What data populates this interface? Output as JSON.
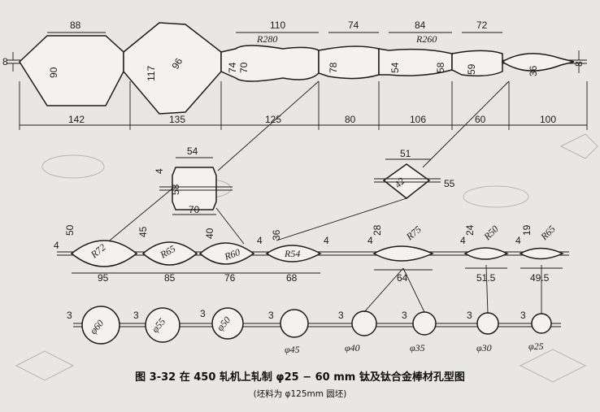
{
  "figure": {
    "caption": "图 3-32   在 450 轧机上轧制 φ25 − 60 mm 钛及钛合金棒材孔型图",
    "subcaption": "(坯料为 φ125mm 圆坯)"
  },
  "top_row": {
    "gap_label": "8",
    "box_widths": [
      "88",
      "110",
      "74",
      "84",
      "72"
    ],
    "pass_heights": [
      "90",
      "117",
      "96",
      "74",
      "70",
      "78",
      "54",
      "58",
      "59",
      "36",
      "8"
    ],
    "radii": [
      "R280",
      "R260"
    ],
    "spacings": [
      "142",
      "135",
      "125",
      "80",
      "106",
      "60",
      "100"
    ]
  },
  "middle": {
    "box_pass": {
      "width": "54",
      "height": "58",
      "gap": "4",
      "bottom": "70"
    },
    "diamond_pass": {
      "width": "51",
      "height": "55",
      "inner": "42"
    }
  },
  "oval_passes": [
    {
      "height": "50",
      "radius": "R72",
      "gap": "4",
      "width": "95"
    },
    {
      "height": "45",
      "radius": "R65",
      "width": "85"
    },
    {
      "height": "40",
      "radius": "R60",
      "gap": "4",
      "width": "76"
    },
    {
      "height": "36",
      "radius": "R54",
      "gap": "4",
      "width": "68"
    },
    {
      "height": "28",
      "radius": "R75",
      "gap": "4",
      "width": "64"
    },
    {
      "height": "24",
      "radius": "R50",
      "gap": "4",
      "width": "51.5"
    },
    {
      "height": "19",
      "radius": "R65",
      "gap": "4",
      "width": "49.5"
    }
  ],
  "round_passes": [
    {
      "diameter": "φ60",
      "gap": "3"
    },
    {
      "diameter": "φ55",
      "gap": "3"
    },
    {
      "diameter": "φ50",
      "gap": "3"
    },
    {
      "diameter": "φ45",
      "gap": "3"
    },
    {
      "diameter": "φ40",
      "gap": "3"
    },
    {
      "diameter": "φ35",
      "gap": "3"
    },
    {
      "diameter": "φ30",
      "gap": "3"
    },
    {
      "diameter": "φ25",
      "gap": "3"
    }
  ],
  "colors": {
    "ink": "#1c1c1c",
    "paper": "#e9e7e3"
  }
}
